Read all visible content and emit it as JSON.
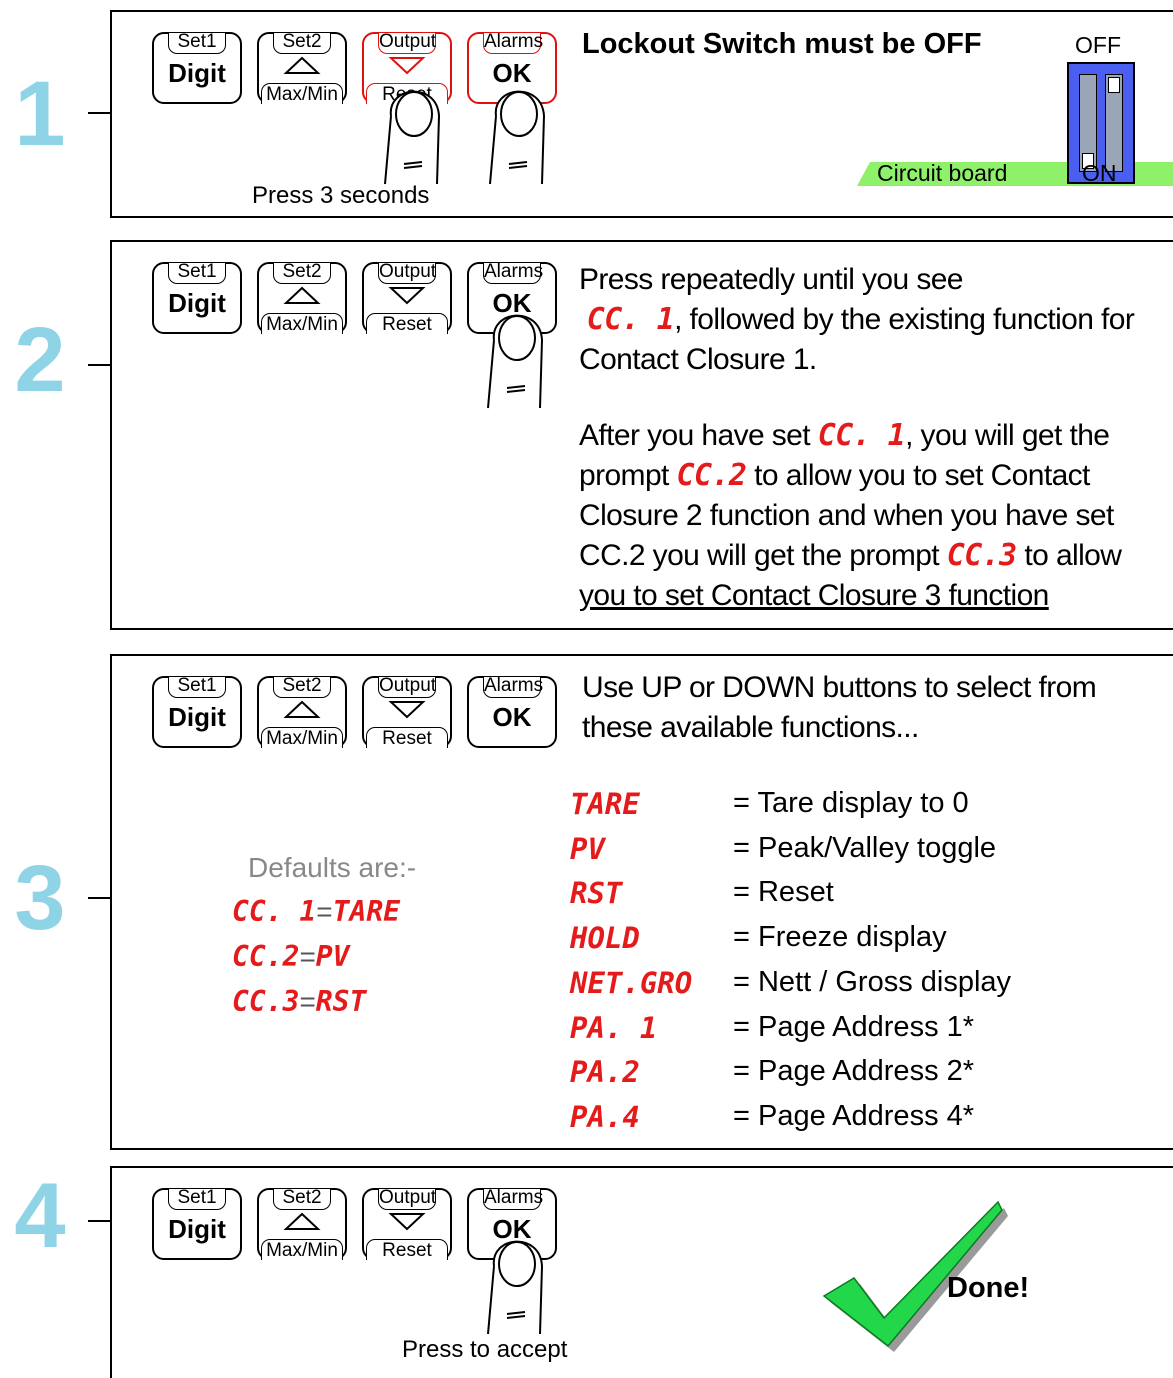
{
  "buttons": {
    "set1_top": "Set1",
    "set1_main": "Digit",
    "set2_top": "Set2",
    "set2_bottom": "Max/Min",
    "output_top": "Output",
    "output_bottom": "Reset",
    "alarms_top": "Alarms",
    "alarms_main": "OK"
  },
  "steps": [
    {
      "number": "1",
      "caption": "Press 3 seconds",
      "title": "Lockout Switch must be OFF",
      "switch_off": "OFF",
      "switch_on": "ON",
      "board_label": "Circuit board"
    },
    {
      "number": "2",
      "text_a": "Press repeatedly until you see",
      "code_a": "CC. 1",
      "text_b": ", followed by the existing function for",
      "text_c": "Contact Closure 1.",
      "text_d": "After you have set",
      "code_d": "CC. 1",
      "text_e": ", you will get the",
      "text_f": "prompt",
      "code_f": "CC.2",
      "text_g": "to allow you to set Contact",
      "text_h": "Closure 2 function and when you have set",
      "text_i": "CC.2 you will get the prompt",
      "code_i": "CC.3",
      "text_j": "to allow",
      "text_k": "you to set Contact Closure 3 function"
    },
    {
      "number": "3",
      "intro_1": "Use UP or DOWN buttons to select from",
      "intro_2": "these available functions...",
      "defaults_label": "Defaults are:-",
      "defaults": [
        {
          "code": "CC. 1",
          "eq": "=",
          "value": "TARE"
        },
        {
          "code": "CC.2",
          "eq": "=",
          "value": "PV"
        },
        {
          "code": "CC.3",
          "eq": "=",
          "value": "RST"
        }
      ],
      "functions": [
        {
          "code": "TARE",
          "desc": "= Tare display to 0"
        },
        {
          "code": "PV",
          "desc": "= Peak/Valley toggle"
        },
        {
          "code": "RST",
          "desc": "= Reset"
        },
        {
          "code": "HOLD",
          "desc": "= Freeze display"
        },
        {
          "code": "NET.GRO",
          "desc": "= Nett / Gross display"
        },
        {
          "code": "PA. 1",
          "desc": "= Page Address 1*"
        },
        {
          "code": "PA.2",
          "desc": "= Page Address 2*"
        },
        {
          "code": "PA.4",
          "desc": "= Page Address 4*"
        }
      ]
    },
    {
      "number": "4",
      "caption": "Press to accept",
      "done": "Done!"
    }
  ],
  "colors": {
    "accent_number": "#8fd3e6",
    "segment_red": "#e31b1b",
    "switch_blue": "#4a5ff0",
    "board_green": "#8ff06a",
    "check_green": "#22d84a"
  }
}
